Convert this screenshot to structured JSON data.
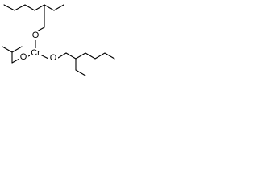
{
  "molecule": {
    "atoms": {
      "o_top": "O",
      "o_left": "O",
      "o_right": "O",
      "cr": "Cr"
    }
  }
}
